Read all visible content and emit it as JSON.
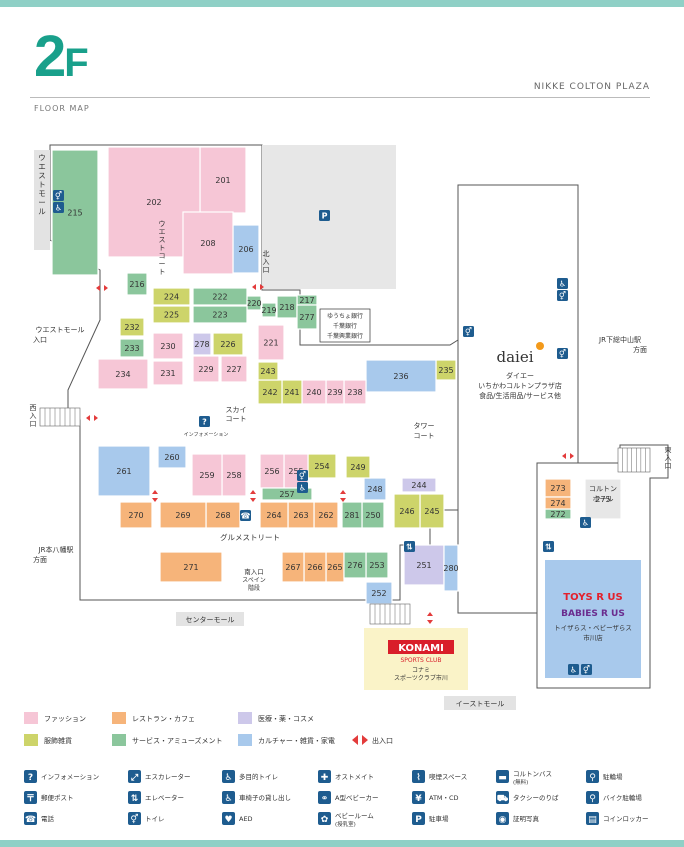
{
  "header": {
    "floor": "2",
    "floor_suffix": "F",
    "subtitle": "FLOOR MAP",
    "brand": "NIKKE COLTON PLAZA"
  },
  "colors": {
    "fashion": "#f6c6d6",
    "restaurant": "#f6b47a",
    "medical": "#cdc8ea",
    "goods": "#cdd46a",
    "service": "#8bc69c",
    "culture": "#a8c9ec",
    "parking": "#e7e7e7",
    "accent": "#19a08b",
    "icon": "#1e5c8f",
    "exit": "#e33b3b"
  },
  "stores": [
    {
      "id": "201",
      "cat": "fashion"
    },
    {
      "id": "202",
      "cat": "fashion"
    },
    {
      "id": "206",
      "cat": "culture"
    },
    {
      "id": "208",
      "cat": "fashion"
    },
    {
      "id": "215",
      "cat": "service"
    },
    {
      "id": "216",
      "cat": "service"
    },
    {
      "id": "217",
      "cat": "service"
    },
    {
      "id": "218",
      "cat": "service"
    },
    {
      "id": "219",
      "cat": "service"
    },
    {
      "id": "220",
      "cat": "service"
    },
    {
      "id": "221",
      "cat": "fashion"
    },
    {
      "id": "222",
      "cat": "service"
    },
    {
      "id": "223",
      "cat": "service"
    },
    {
      "id": "224",
      "cat": "goods"
    },
    {
      "id": "225",
      "cat": "goods"
    },
    {
      "id": "226",
      "cat": "goods"
    },
    {
      "id": "227",
      "cat": "fashion"
    },
    {
      "id": "229",
      "cat": "fashion"
    },
    {
      "id": "230",
      "cat": "fashion"
    },
    {
      "id": "231",
      "cat": "fashion"
    },
    {
      "id": "232",
      "cat": "goods"
    },
    {
      "id": "233",
      "cat": "service"
    },
    {
      "id": "234",
      "cat": "fashion"
    },
    {
      "id": "235",
      "cat": "goods"
    },
    {
      "id": "236",
      "cat": "culture"
    },
    {
      "id": "238",
      "cat": "fashion"
    },
    {
      "id": "239",
      "cat": "fashion"
    },
    {
      "id": "240",
      "cat": "fashion"
    },
    {
      "id": "241",
      "cat": "goods"
    },
    {
      "id": "242",
      "cat": "goods"
    },
    {
      "id": "243",
      "cat": "goods"
    },
    {
      "id": "244",
      "cat": "medical"
    },
    {
      "id": "245",
      "cat": "goods"
    },
    {
      "id": "246",
      "cat": "goods"
    },
    {
      "id": "248",
      "cat": "culture"
    },
    {
      "id": "249",
      "cat": "goods"
    },
    {
      "id": "250",
      "cat": "service"
    },
    {
      "id": "251",
      "cat": "medical"
    },
    {
      "id": "252",
      "cat": "culture"
    },
    {
      "id": "253",
      "cat": "service"
    },
    {
      "id": "254",
      "cat": "goods"
    },
    {
      "id": "255",
      "cat": "fashion"
    },
    {
      "id": "256",
      "cat": "fashion"
    },
    {
      "id": "257",
      "cat": "service"
    },
    {
      "id": "258",
      "cat": "fashion"
    },
    {
      "id": "259",
      "cat": "fashion"
    },
    {
      "id": "260",
      "cat": "culture"
    },
    {
      "id": "261",
      "cat": "culture"
    },
    {
      "id": "262",
      "cat": "restaurant"
    },
    {
      "id": "263",
      "cat": "restaurant"
    },
    {
      "id": "264",
      "cat": "restaurant"
    },
    {
      "id": "265",
      "cat": "restaurant"
    },
    {
      "id": "266",
      "cat": "restaurant"
    },
    {
      "id": "267",
      "cat": "restaurant"
    },
    {
      "id": "268",
      "cat": "restaurant"
    },
    {
      "id": "269",
      "cat": "restaurant"
    },
    {
      "id": "270",
      "cat": "restaurant"
    },
    {
      "id": "271",
      "cat": "restaurant"
    },
    {
      "id": "272",
      "cat": "service"
    },
    {
      "id": "273",
      "cat": "restaurant"
    },
    {
      "id": "274",
      "cat": "restaurant"
    },
    {
      "id": "275",
      "cat": "parking"
    },
    {
      "id": "276",
      "cat": "service"
    },
    {
      "id": "277",
      "cat": "service"
    },
    {
      "id": "278",
      "cat": "medical"
    },
    {
      "id": "280",
      "cat": "culture"
    },
    {
      "id": "281",
      "cat": "service"
    }
  ],
  "labels": {
    "west_mall": "ウエストモール",
    "west_mall_entrance_1": "ウエストモール",
    "west_mall_entrance_2": "入口",
    "west_court": "ウエストコート",
    "north_entrance": "北入口",
    "west_entrance": "西入口",
    "sky_court_1": "スカイ",
    "sky_court_2": "コート",
    "information": "インフォメーション",
    "tower_court_1": "タワー",
    "tower_court_2": "コート",
    "gourmet_street": "グルメストリート",
    "south_entrance_1": "南入口",
    "south_entrance_2": "スペイン",
    "south_entrance_3": "階段",
    "center_mall": "センターモール",
    "east_mall": "イーストモール",
    "east_entrance": "東入口",
    "jr_shimousa_1": "JR下総中山駅",
    "jr_shimousa_2": "方面",
    "jr_motoyawata_1": "JR本八幡駅",
    "jr_motoyawata_2": "方面",
    "colton_hall_1": "コルトン",
    "colton_hall_2": "ホール",
    "bank_1": "ゆうちょ銀行",
    "bank_2": "千葉銀行",
    "bank_3": "千葉興業銀行",
    "daiei_logo": "daiei",
    "daiei_1": "ダイエー",
    "daiei_2": "いちかわコルトンプラザ店",
    "daiei_3": "食品/生活用品/サービス他",
    "konami_logo": "KONAMI",
    "konami_sub": "SPORTS CLUB",
    "konami_1": "コナミ",
    "konami_2": "スポーツクラブ市川",
    "toysrus": "TOYS R US",
    "babiesrus": "BABIES R US",
    "toysrus_jp_1": "トイザらス・ベビーザらス",
    "toysrus_jp_2": "市川店"
  },
  "legend": [
    {
      "label": "ファッション",
      "color": "#f6c6d6"
    },
    {
      "label": "レストラン・カフェ",
      "color": "#f6b47a"
    },
    {
      "label": "医療・薬・コスメ",
      "color": "#cdc8ea"
    },
    {
      "label": "服飾雑貨",
      "color": "#cdd46a"
    },
    {
      "label": "サービス・アミューズメント",
      "color": "#8bc69c"
    },
    {
      "label": "カルチャー・雑貨・家電",
      "color": "#a8c9ec"
    },
    {
      "label": "出入口",
      "color": "#e33b3b"
    }
  ],
  "icon_legend": [
    {
      "label": "インフォメーション",
      "icon": "information-icon",
      "glyph": "?"
    },
    {
      "label": "エスカレーター",
      "icon": "escalator-icon",
      "glyph": "⤢"
    },
    {
      "label": "多目的トイレ",
      "icon": "accessible-toilet-icon",
      "glyph": "♿"
    },
    {
      "label": "オストメイト",
      "icon": "ostomate-icon",
      "glyph": "✚"
    },
    {
      "label": "喫煙スペース",
      "icon": "smoking-icon",
      "glyph": "⌇"
    },
    {
      "label": "コルトンバス",
      "sub": "(無料)",
      "icon": "bus-icon",
      "glyph": "▬"
    },
    {
      "label": "駐輪場",
      "icon": "bicycle-icon",
      "glyph": "⚲"
    },
    {
      "label": "郵便ポスト",
      "icon": "mailbox-icon",
      "glyph": "〒"
    },
    {
      "label": "エレベーター",
      "icon": "elevator-icon",
      "glyph": "⇅"
    },
    {
      "label": "車椅子の貸し出し",
      "icon": "wheelchair-rental-icon",
      "glyph": "♿"
    },
    {
      "label": "A型ベビーカー",
      "icon": "stroller-icon",
      "glyph": "⚭"
    },
    {
      "label": "ATM・CD",
      "icon": "atm-icon",
      "glyph": "¥"
    },
    {
      "label": "タクシーのりば",
      "icon": "taxi-icon",
      "glyph": "⛟"
    },
    {
      "label": "バイク駐輪場",
      "icon": "motorbike-icon",
      "glyph": "⚲"
    },
    {
      "label": "電話",
      "icon": "telephone-icon",
      "glyph": "☎"
    },
    {
      "label": "トイレ",
      "icon": "toilet-icon",
      "glyph": "⚥"
    },
    {
      "label": "AED",
      "icon": "aed-icon",
      "glyph": "♥"
    },
    {
      "label": "ベビールーム",
      "sub": "(授乳室)",
      "icon": "baby-room-icon",
      "glyph": "✿"
    },
    {
      "label": "駐車場",
      "icon": "parking-icon",
      "glyph": "P"
    },
    {
      "label": "証明写真",
      "icon": "photo-booth-icon",
      "glyph": "◉"
    },
    {
      "label": "コインロッカー",
      "icon": "coin-locker-icon",
      "glyph": "▤"
    }
  ],
  "map_icons": [
    {
      "glyph": "⚥",
      "icon": "toilet-icon"
    },
    {
      "glyph": "♿",
      "icon": "accessible-toilet-icon"
    },
    {
      "glyph": "P",
      "icon": "parking-icon"
    },
    {
      "glyph": "?",
      "icon": "information-icon"
    }
  ]
}
